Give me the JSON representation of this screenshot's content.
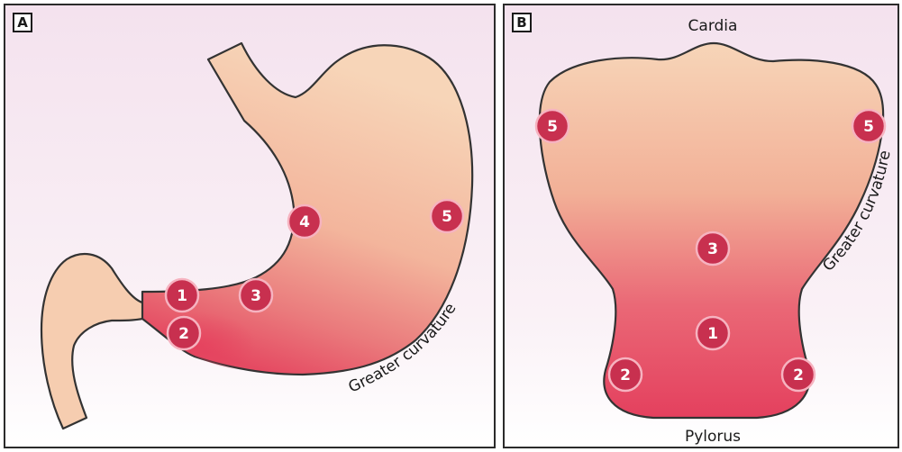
{
  "panel_a": {
    "tag": "A",
    "curvature_label": "Greater curvature",
    "sites": [
      "1",
      "2",
      "3",
      "4",
      "5"
    ]
  },
  "panel_b": {
    "tag": "B",
    "top_label": "Cardia",
    "bottom_label": "Pylorus",
    "curvature_label": "Greater curvature",
    "sites": [
      "5",
      "5",
      "3",
      "1",
      "2",
      "2"
    ]
  },
  "colors": {
    "background_top": "#f5e4ef",
    "stomach_light": "#f6d2b5",
    "stomach_red": "#e84a63",
    "marker": "#c8304f",
    "outline": "#333333"
  }
}
